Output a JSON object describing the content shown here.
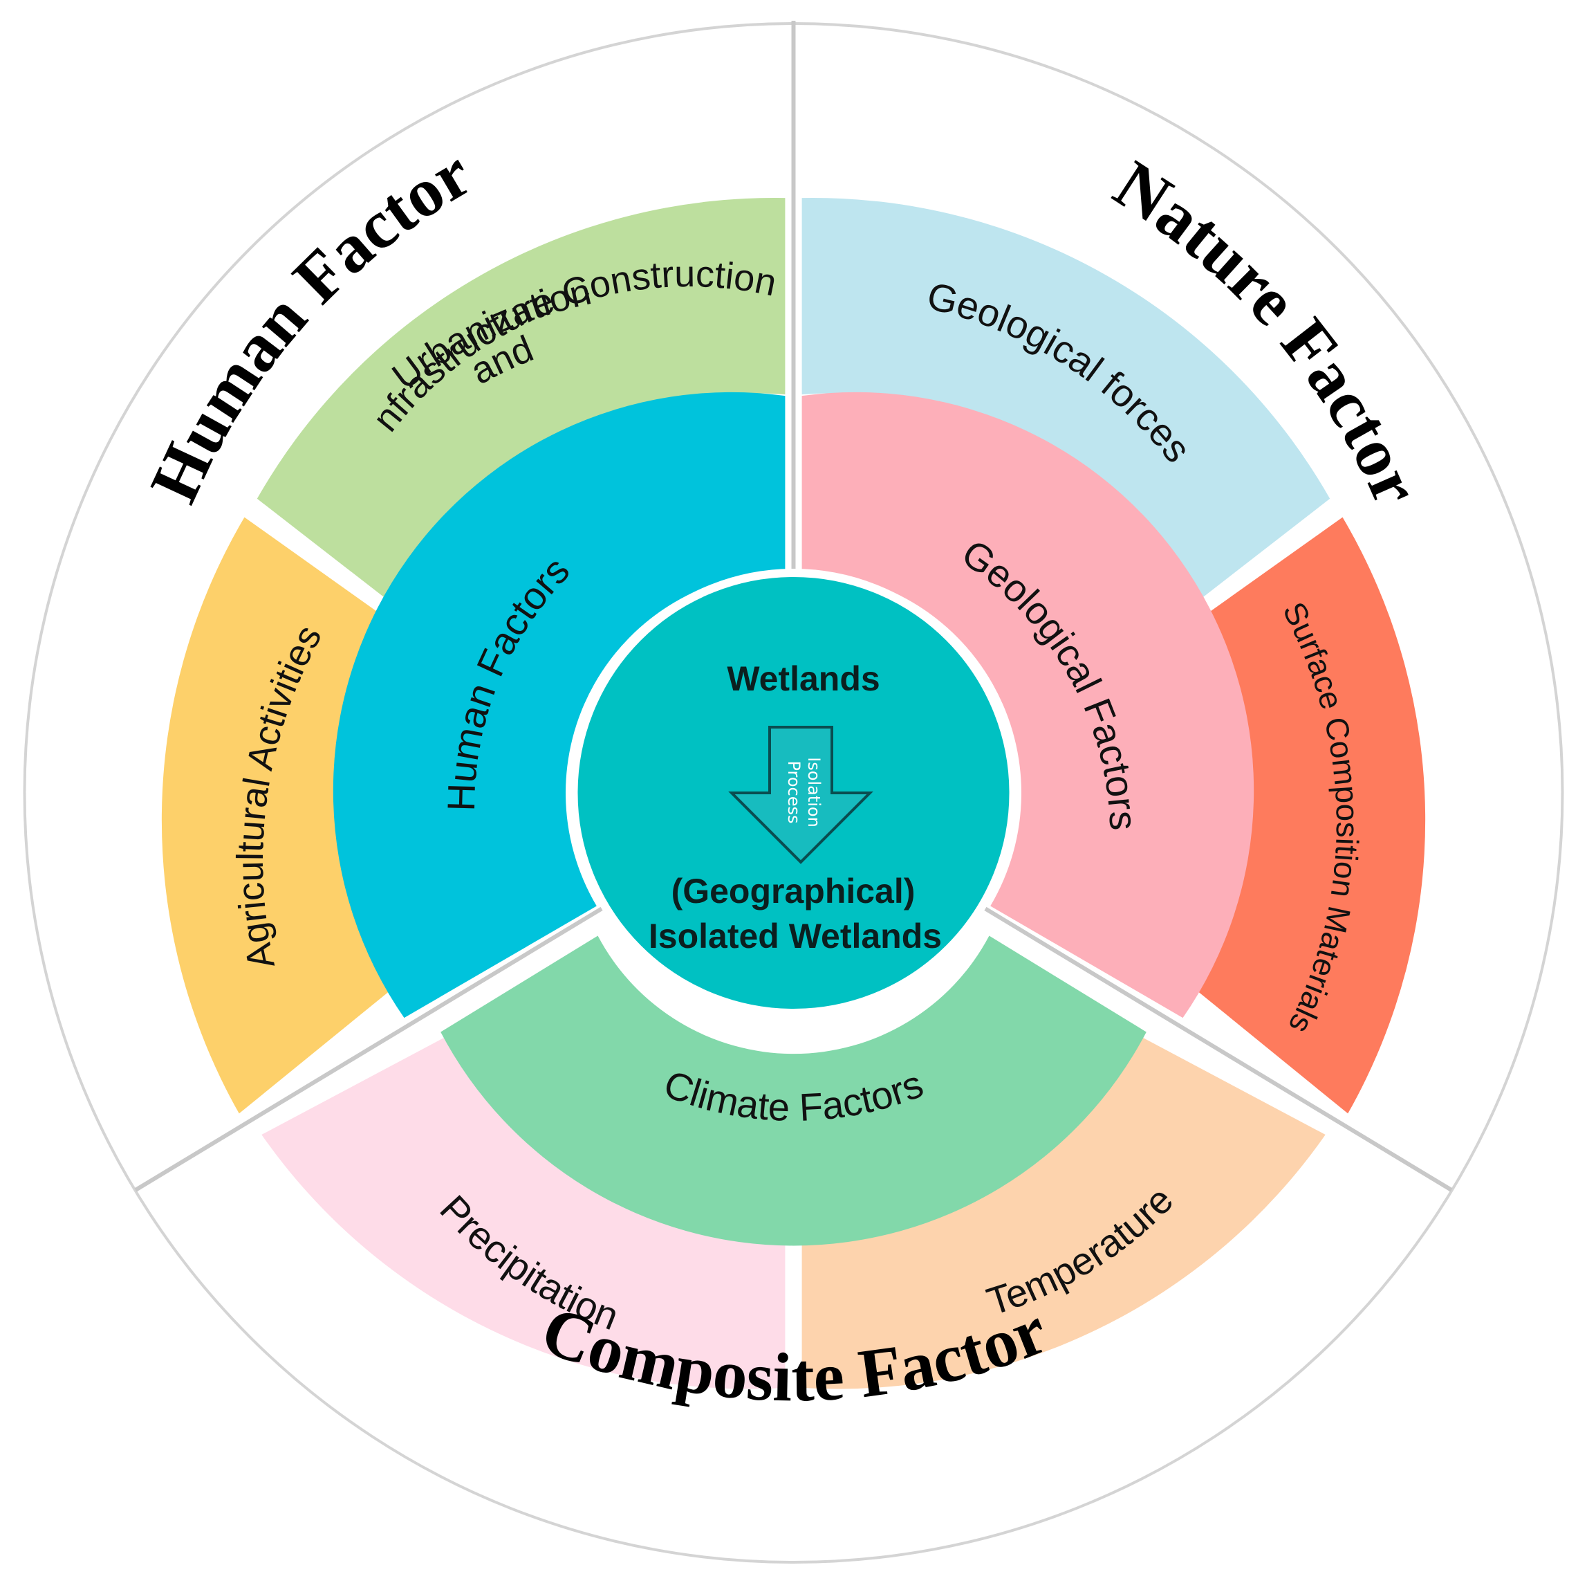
{
  "colors": {
    "background": "#ffffff",
    "ring_outline": "#d4d4d4",
    "divider": "#c8c8c8",
    "center_fill": "#00c1c2",
    "arrow_fill": "#17bcbf",
    "arrow_stroke": "#0a4d50"
  },
  "center": {
    "top_label": "Wetlands",
    "arrow_label_line1": "Isolation",
    "arrow_label_line2": "Process",
    "bottom_label_line1": "(Geographical)",
    "bottom_label_line2": "Isolated Wetlands"
  },
  "outer_labels": {
    "human": "Human Factor",
    "nature": "Nature Factor",
    "composite": "Composite Factor"
  },
  "inner_ring": [
    {
      "id": "human",
      "label": "Human Factors",
      "color": "#00c3dc"
    },
    {
      "id": "geological",
      "label": "Geological Factors",
      "color": "#fdafb9"
    },
    {
      "id": "climate",
      "label": "Climate Factors",
      "color": "#82d8aa"
    }
  ],
  "outer_ring": [
    {
      "id": "urbanization",
      "lines": [
        "Urbanization",
        "and",
        "Infrastructure Construction"
      ],
      "color": "#bddf9e"
    },
    {
      "id": "agricultural",
      "lines": [
        "Agricultural Activities"
      ],
      "color": "#fdd06a"
    },
    {
      "id": "geological-forces",
      "lines": [
        "Geological forces"
      ],
      "color": "#bee5ef"
    },
    {
      "id": "surface",
      "lines": [
        "Surface Composition Materials"
      ],
      "color": "#fe7b5d"
    },
    {
      "id": "precipitation",
      "lines": [
        "Precipitation"
      ],
      "color": "#fedce8"
    },
    {
      "id": "temperature",
      "lines": [
        "Temperature"
      ],
      "color": "#fdd3ad"
    }
  ]
}
